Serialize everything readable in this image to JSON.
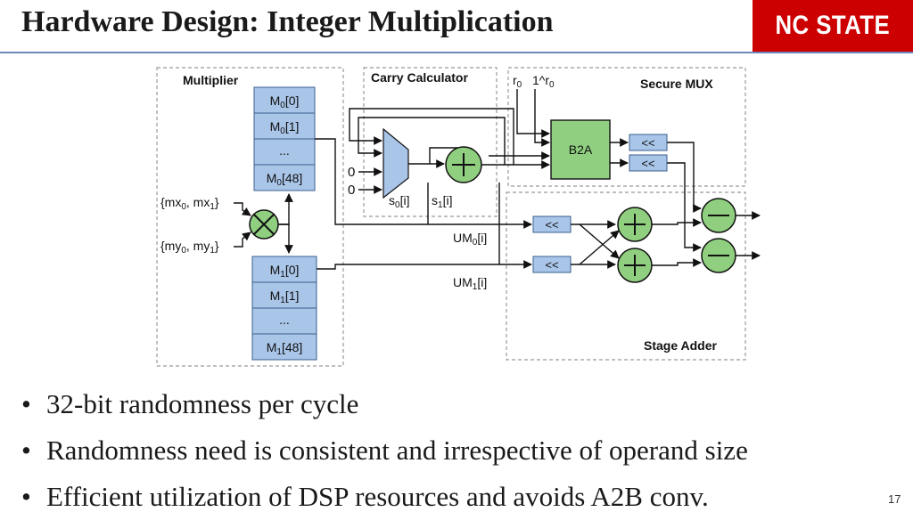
{
  "slide": {
    "title": "Hardware Design: Integer Multiplication",
    "logo_text": "NC STATE",
    "page_number": "17"
  },
  "colors": {
    "logo_red": "#cc0000",
    "register_blue": "#a9c5e8",
    "adder_green": "#8fcf7f",
    "title_rule": "#6d87b8"
  },
  "diagram": {
    "multiplier": {
      "label": "Multiplier",
      "m0_regs": [
        "M<sub>0</sub>[0]",
        "M<sub>0</sub>[1]",
        "...",
        "M<sub>0</sub>[48]"
      ],
      "m1_regs": [
        "M<sub>1</sub>[0]",
        "M<sub>1</sub>[1]",
        "...",
        "M<sub>1</sub>[48]"
      ],
      "input_x": "{mx<sub>0</sub>, mx<sub>1</sub>}",
      "input_y": "{my<sub>0</sub>, my<sub>1</sub>}"
    },
    "carry_calculator": {
      "label": "Carry Calculator",
      "zero_top": "0",
      "zero_bottom": "0",
      "s0": "s<sub>0</sub>[i]",
      "s1": "s<sub>1</sub>[i]"
    },
    "secure_mux": {
      "label": "Secure MUX",
      "r0": "r<sub>0</sub>",
      "not_r0": "1^r<sub>0</sub>",
      "b2a": "B2A",
      "shift_top": "<<",
      "shift_bottom": "<<"
    },
    "stage_adder": {
      "label": "Stage Adder",
      "um0": "UM<sub>0</sub>[i]",
      "um1": "UM<sub>1</sub>[i]",
      "shift_top": "<<",
      "shift_bottom": "<<"
    }
  },
  "bullets": [
    "32-bit randomness per cycle",
    "Randomness need is consistent and irrespective of operand size",
    "Efficient utilization of DSP resources and avoids A2B conv."
  ]
}
